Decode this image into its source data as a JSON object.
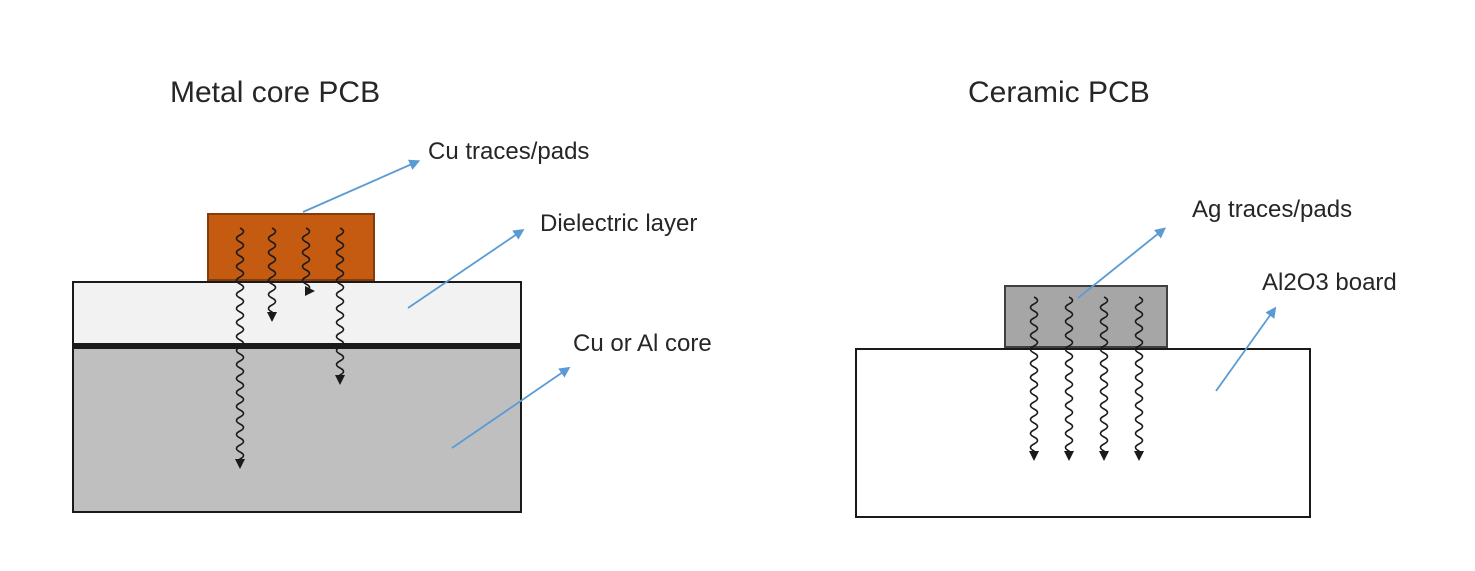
{
  "metal_core_pcb": {
    "title": "Metal core PCB",
    "label_traces": "Cu traces/pads",
    "label_dielectric": "Dielectric layer",
    "label_core": "Cu or Al core",
    "pad_fill": "#C55A11",
    "pad_border": "#843C0C",
    "dielectric_fill": "#F2F2F2",
    "core_fill": "#BFBFBF"
  },
  "ceramic_pcb": {
    "title": "Ceramic PCB",
    "label_traces": "Ag traces/pads",
    "label_board": "Al2O3 board",
    "pad_fill": "#A6A6A6",
    "pad_border": "#404040",
    "board_fill": "#FFFFFF"
  },
  "style": {
    "annotation_arrow_color": "#5B9BD5",
    "heat_arrow_color": "#1A1A1A",
    "outline_color": "#1A1A1A",
    "text_color": "#262626",
    "background": "#FFFFFF"
  }
}
